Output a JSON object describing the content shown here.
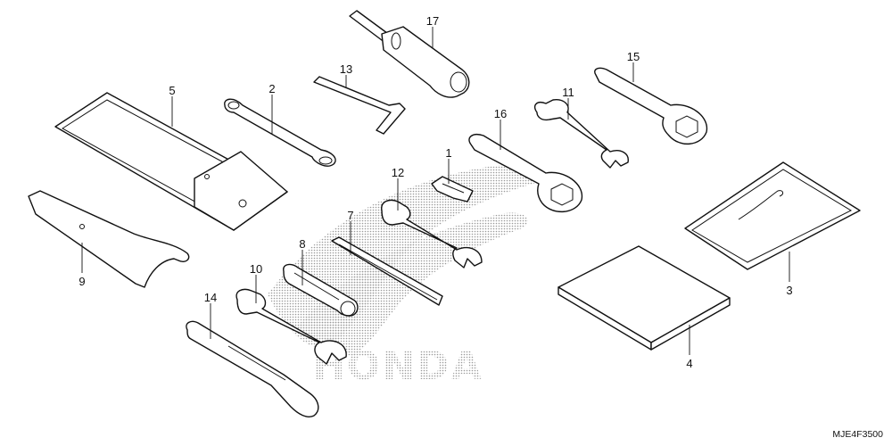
{
  "diagram": {
    "callouts": [
      "1",
      "2",
      "3",
      "4",
      "5",
      "7",
      "8",
      "9",
      "10",
      "11",
      "12",
      "13",
      "14",
      "15",
      "16",
      "17"
    ],
    "part_code": "MJE4F3500",
    "watermark": "HONDA"
  }
}
